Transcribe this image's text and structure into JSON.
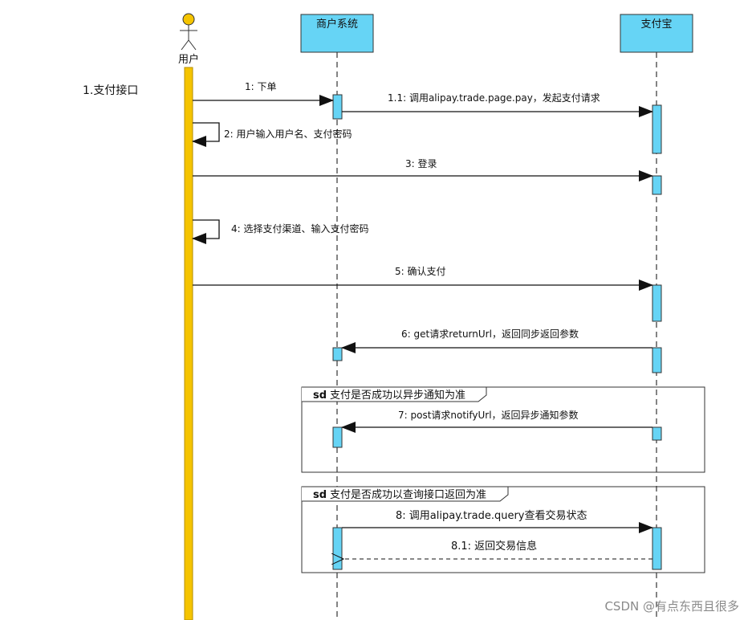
{
  "actor": {
    "name": "用户"
  },
  "participants": [
    {
      "id": "merchant",
      "name": "商户系统"
    },
    {
      "id": "alipay",
      "name": "支付宝"
    }
  ],
  "section_label": "1.支付接口",
  "messages": [
    {
      "id": "m1",
      "text": "1: 下单"
    },
    {
      "id": "m1_1",
      "text": "1.1: 调用alipay.trade.page.pay，发起支付请求"
    },
    {
      "id": "m2",
      "text": "2: 用户输入用户名、支付密码"
    },
    {
      "id": "m3",
      "text": "3:  登录"
    },
    {
      "id": "m4",
      "text": "4: 选择支付渠道、输入支付密码"
    },
    {
      "id": "m5",
      "text": "5: 确认支付"
    },
    {
      "id": "m6",
      "text": "6: get请求returnUrl，返回同步返回参数"
    },
    {
      "id": "m7",
      "text": "7: post请求notifyUrl，返回异步通知参数"
    },
    {
      "id": "m8",
      "text": "8: 调用alipay.trade.query查看交易状态"
    },
    {
      "id": "m8_1",
      "text": "8.1: 返回交易信息"
    }
  ],
  "frames": [
    {
      "id": "f1",
      "keyword": "sd",
      "title": "支付是否成功以异步通知为准"
    },
    {
      "id": "f2",
      "keyword": "sd",
      "title": "支付是否成功以查询接口返回为准"
    }
  ],
  "watermark": "CSDN @有点东西且很多",
  "colors": {
    "actor_bar": "#f5c400",
    "activation": "#66d4f5",
    "header_box": "#66d4f5",
    "line": "#111111",
    "actor_head": "#f5c400"
  }
}
